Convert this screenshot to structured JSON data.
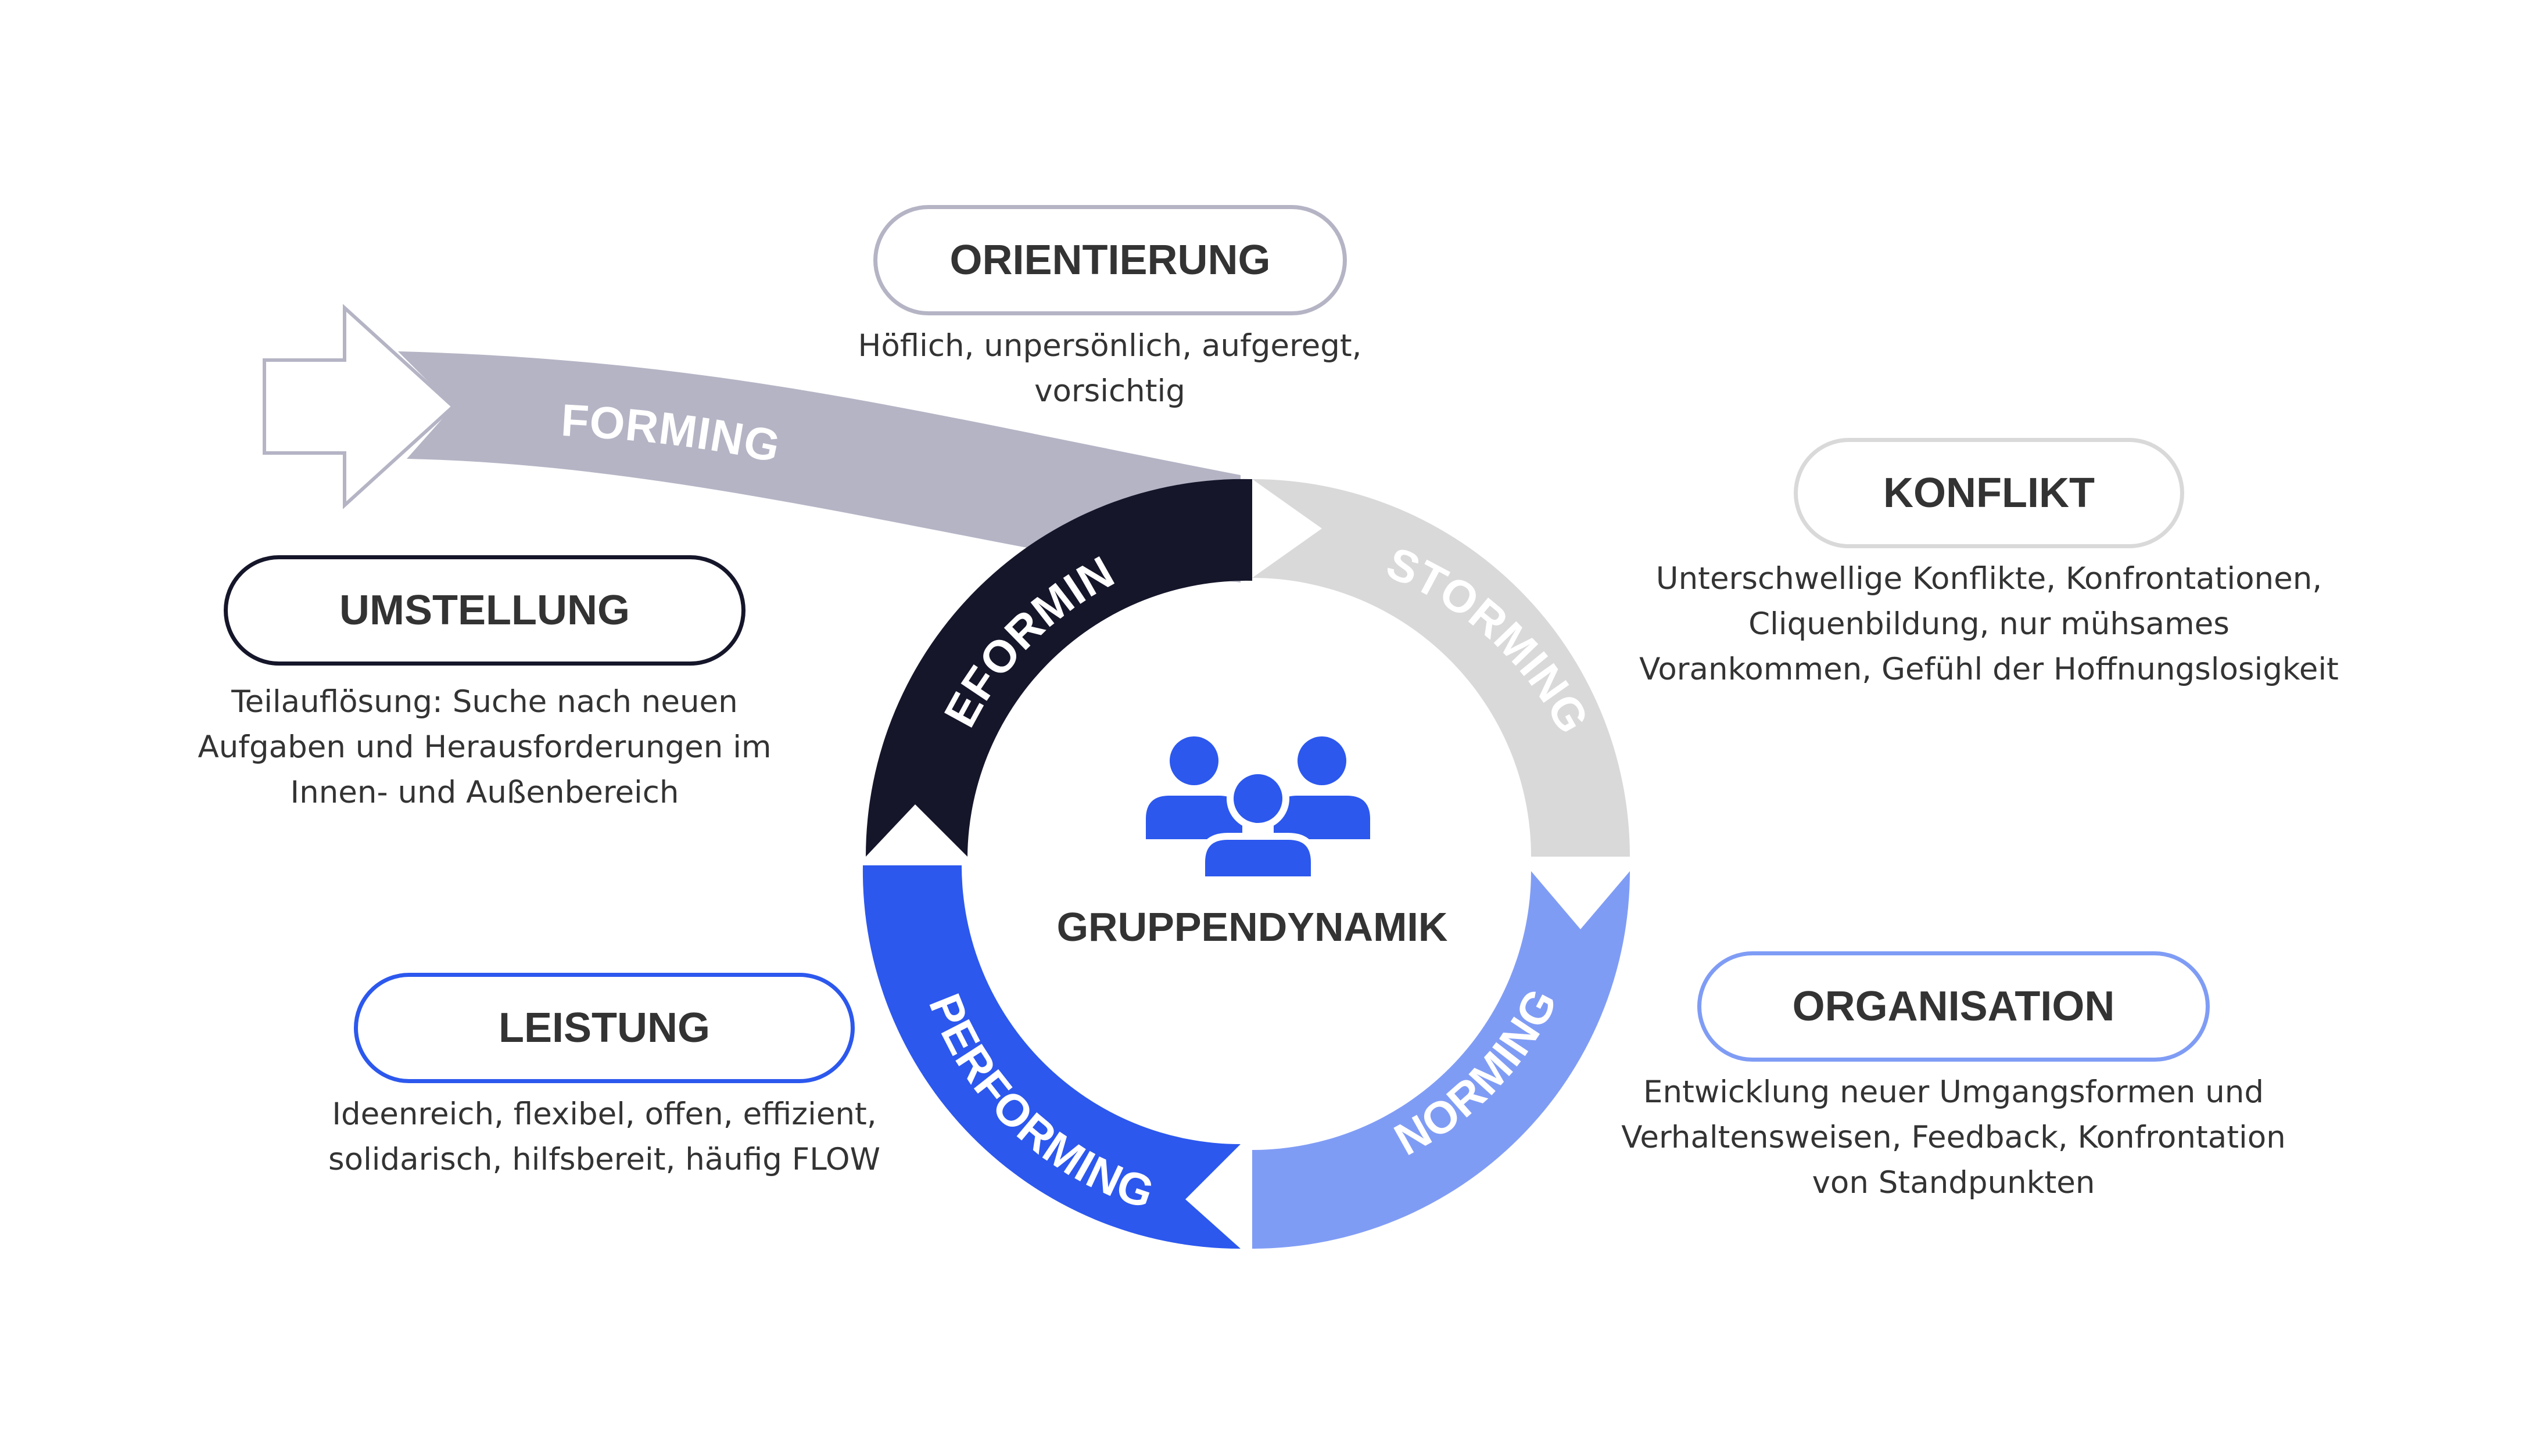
{
  "colors": {
    "forming": "#b4b4c5",
    "storming": "#d9d9d9",
    "norming": "#7f9cf5",
    "performing": "#2c58ee",
    "reforming": "#15162a",
    "icon": "#2c58ee",
    "text": "#333333"
  },
  "stages": {
    "forming": "FORMING",
    "storming": "STORMING",
    "norming": "NORMING",
    "performing": "PERFORMING",
    "reforming": "REFORMING"
  },
  "center": {
    "icon": "group-people-icon",
    "label": "GRUPPENDYNAMIK"
  },
  "phases": {
    "orientierung": {
      "title": "ORIENTIERUNG",
      "lines": [
        "Höflich, unpersönlich, aufgeregt,",
        "vorsichtig"
      ]
    },
    "konflikt": {
      "title": "KONFLIKT",
      "lines": [
        "Unterschwellige Konflikte, Konfrontationen,",
        "Cliquenbildung, nur mühsames",
        "Vorankommen, Gefühl der Hoffnungslosigkeit"
      ]
    },
    "organisation": {
      "title": "ORGANISATION",
      "lines": [
        "Entwicklung neuer Umgangsformen und",
        "Verhaltensweisen, Feedback, Konfrontation",
        "von Standpunkten"
      ]
    },
    "leistung": {
      "title": "LEISTUNG",
      "lines": [
        "Ideenreich, flexibel, offen, effizient,",
        "solidarisch, hilfsbereit, häufig FLOW"
      ]
    },
    "umstellung": {
      "title": "UMSTELLUNG",
      "lines": [
        "Teilauflösung: Suche nach neuen",
        "Aufgaben und Herausforderungen im",
        "Innen- und Außenbereich"
      ]
    }
  }
}
